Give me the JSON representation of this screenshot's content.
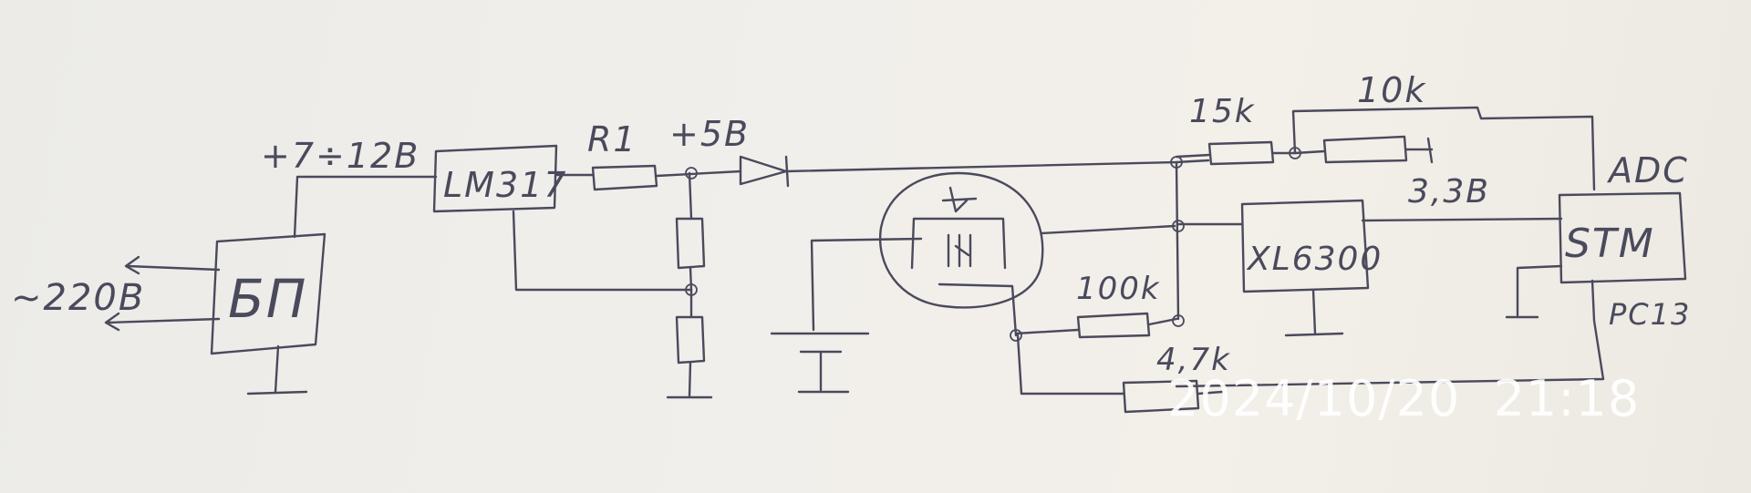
{
  "colors": {
    "ink": "#4a4a5c",
    "paper": "#efece8",
    "timestamp": "#ffffff"
  },
  "labels": {
    "mains_input": "~220B",
    "power_supply": "БП",
    "supply_voltage": "+7÷12B",
    "regulator": "LM317",
    "resistor_r1": "R1",
    "rail_5v": "+5B",
    "res_15k": "15k",
    "res_10k": "10k",
    "rail_3v3": "3,3B",
    "adc_label": "ADC",
    "converter": "XL6300",
    "mcu": "STM",
    "pin_pc13": "PC13",
    "res_100k": "100k",
    "res_4k7": "4,7k"
  },
  "photo_timestamp": "2024/10/20  21:18"
}
